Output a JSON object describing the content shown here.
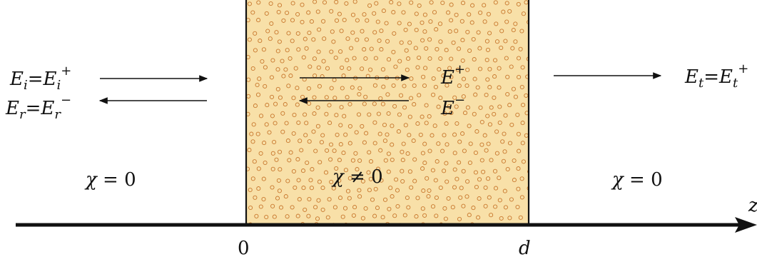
{
  "slab_color": "#f8e0a8",
  "dot_color": "#c8782e",
  "line_color": "#111111",
  "left_region": {
    "incident": {
      "base": "E",
      "sub": "i",
      "eq": "=",
      "rhs_base": "E",
      "rhs_sub": "i",
      "rhs_sup": "+"
    },
    "reflected": {
      "base": "E",
      "sub": "r",
      "eq": "=",
      "rhs_base": "E",
      "rhs_sub": "r",
      "rhs_sup": "−"
    },
    "chi_label": {
      "sym": "χ",
      "rel": " = ",
      "val": "0"
    }
  },
  "slab": {
    "forward_wave": {
      "base": "E",
      "sup": "+"
    },
    "backward_wave": {
      "base": "E",
      "sup": "−"
    },
    "chi_label": {
      "sym": "χ",
      "rel": " ≠ ",
      "val": "0"
    }
  },
  "right_region": {
    "transmitted": {
      "base": "E",
      "sub": "t",
      "eq": "=",
      "rhs_base": "E",
      "rhs_sub": "t",
      "rhs_sup": "+"
    },
    "chi_label": {
      "sym": "χ",
      "rel": " = ",
      "val": "0"
    }
  },
  "axis": {
    "label": "z",
    "tick_0": "0",
    "tick_d": "d"
  }
}
